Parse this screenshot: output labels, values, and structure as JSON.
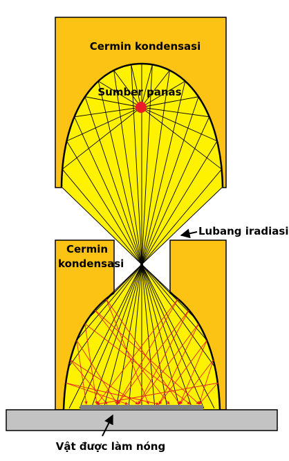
{
  "labels": {
    "top_mirror": "Cermin kondensasi",
    "heat_source": "Sumber panas",
    "irradiation_hole": "Lubang iradiasi",
    "left_mirror_line1": "Cermin",
    "left_mirror_line2": "kondensasi",
    "heated_object": "Vật được làm nóng"
  },
  "colors": {
    "mirror_block": "#FCC314",
    "light_region": "#FFF200",
    "rays": "#000000",
    "reflected_rays": "#E52020",
    "heat_source": "#ED1C24",
    "substrate": "#C3C3C3",
    "sample": "#7F7F7F"
  }
}
